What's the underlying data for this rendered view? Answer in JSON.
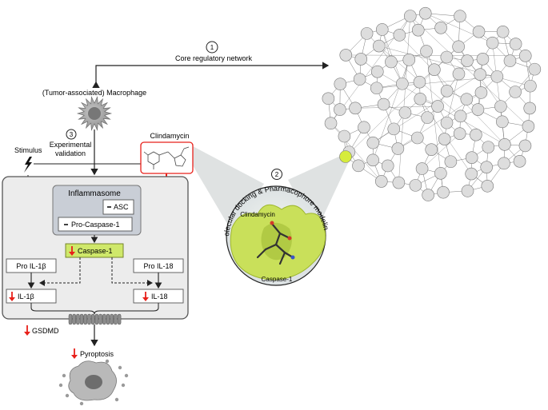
{
  "steps": {
    "step1": {
      "number": "1",
      "label": "Core regulatory network"
    },
    "step2": {
      "number": "2",
      "label": "Molecular docking & Pharmacophore modeling"
    },
    "step3": {
      "number": "3",
      "line1": "Experimental",
      "line2": "validation"
    }
  },
  "macrophage": {
    "label": "(Tumor-associated) Macrophage"
  },
  "stimulus": {
    "label": "Stimulus"
  },
  "drug": {
    "label": "Clindamycin"
  },
  "pathway": {
    "inflammasome": "Inflammasome",
    "asc": "ASC",
    "pro_caspase": "Pro-Caspase-1",
    "caspase": "Caspase-1",
    "pro_il1b": "Pro IL-1β",
    "pro_il18": "Pro IL-18",
    "il1b": "IL-1β",
    "il18": "IL-18",
    "gsdmd": "GSDMD",
    "pyroptosis": "Pyroptosis"
  },
  "docking": {
    "ligand_label": "Clindamycin",
    "protein_label": "Caspase-1"
  },
  "colors": {
    "panel_bg": "#ececec",
    "panel_border": "#555555",
    "inflammasome_bg": "#c9ced6",
    "caspase_box": "#cfe86a",
    "highlight_node": "#d6ec3c",
    "docking_surface": "#c9e05a",
    "network_node": "#dddddd",
    "down_arrow": "#e8201a",
    "inhibit_line": "#e8201a",
    "beam": "#d4d8d8"
  }
}
